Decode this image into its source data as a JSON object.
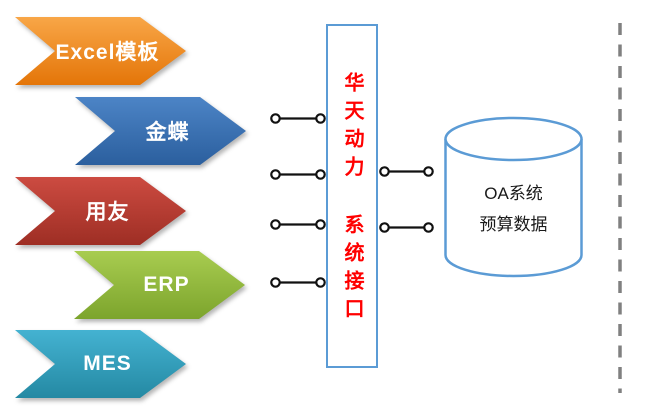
{
  "sources": [
    {
      "label": "Excel模板",
      "gradient": [
        "#F8A647",
        "#E47508"
      ]
    },
    {
      "label": "金蝶",
      "gradient": [
        "#4C84C6",
        "#2B5F9E"
      ]
    },
    {
      "label": "用友",
      "gradient": [
        "#CC4B41",
        "#9E2E24"
      ]
    },
    {
      "label": "ERP",
      "gradient": [
        "#A8CC50",
        "#7CA42C"
      ]
    },
    {
      "label": "MES",
      "gradient": [
        "#44B2D1",
        "#2489A3"
      ]
    }
  ],
  "interface": {
    "label": "华天动力 系统接口",
    "text_color": "#FF0000",
    "border_color": "#5B9BD5"
  },
  "database": {
    "lines": [
      "OA系统",
      "预算数据"
    ],
    "border_color": "#5B9BD5",
    "text_color": "#1A1A1A"
  },
  "colors": {
    "connector": "#111111",
    "divider": "#808080",
    "background": "#FFFFFF",
    "arrow_text": "#FFFFFF"
  }
}
